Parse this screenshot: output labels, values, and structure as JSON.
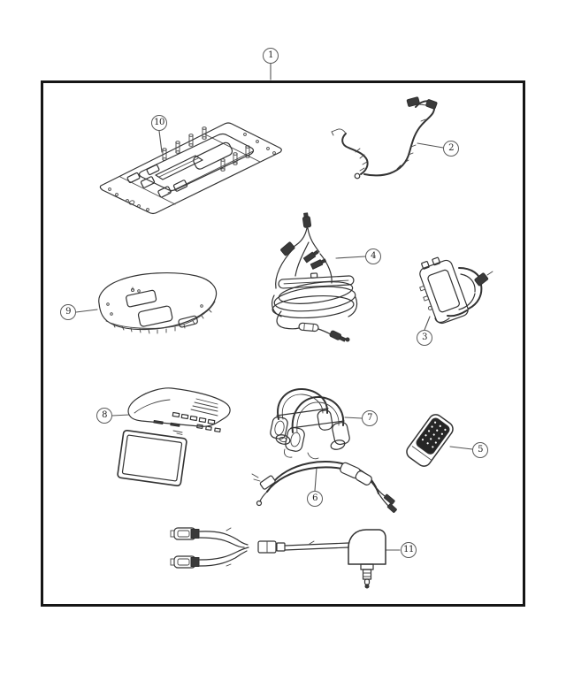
{
  "diagram": {
    "kind": "exploded-parts-diagram",
    "colors": {
      "background": "#ffffff",
      "line": "#333333",
      "frame": "#161616",
      "dark_fill": "#3a3a3a"
    },
    "callouts": [
      {
        "label": "1"
      },
      {
        "label": "2"
      },
      {
        "label": "3"
      },
      {
        "label": "4"
      },
      {
        "label": "5"
      },
      {
        "label": "6"
      },
      {
        "label": "7"
      },
      {
        "label": "8"
      },
      {
        "label": "9"
      },
      {
        "label": "10"
      },
      {
        "label": "11"
      }
    ]
  }
}
